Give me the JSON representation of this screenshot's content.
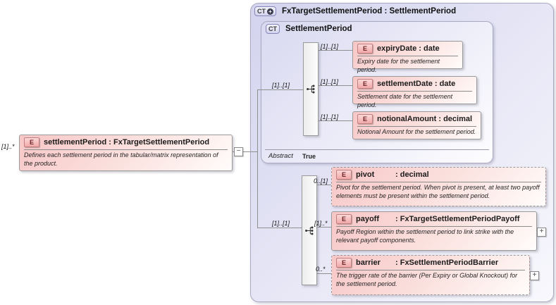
{
  "root": {
    "multiplicity": "[1]..*",
    "badge": "E",
    "title": "settlementPeriod : FxTargetSettlementPeriod",
    "description": "Defines each settlement period in the tabular/matrix representation of the product."
  },
  "icons": {
    "collapse": "−",
    "expand": "+",
    "sequence": "sequence-icon"
  },
  "container": {
    "badge": "CT",
    "title": "FxTargetSettlementPeriod : SettlementPeriod",
    "inner": {
      "badge": "CT",
      "title": "SettlementPeriod",
      "sequence_multiplicity": "[1]..[1]",
      "elements": [
        {
          "multiplicity": "[1]..[1]",
          "badge": "E",
          "title": "expiryDate : date",
          "description": "Expiry date for the settlement period."
        },
        {
          "multiplicity": "[1]..[1]",
          "badge": "E",
          "title": "settlementDate : date",
          "description": "Settlement date for the settlement period."
        },
        {
          "multiplicity": "[1]..[1]",
          "badge": "E",
          "title": "notionalAmount : decimal",
          "description": "Notional Amount for the settlement period."
        }
      ],
      "footer": {
        "label": "Abstract",
        "value": "True"
      }
    },
    "extension": {
      "sequence_multiplicity": "[1]..[1]",
      "elements": [
        {
          "multiplicity": "0..[1]",
          "badge": "E",
          "name": "pivot",
          "type": ": decimal",
          "description": "Pivot for the settlement period. When pivot is present, at least two payoff elements must be present within the settlement period."
        },
        {
          "multiplicity": "[1]..*",
          "badge": "E",
          "name": "payoff",
          "type": ": FxTargetSettlementPeriodPayoff",
          "description": "Payoff Region within the settlement period to link strike with the relevant payoff components."
        },
        {
          "multiplicity": "0..*",
          "badge": "E",
          "name": "barrier",
          "type": ": FxSettlementPeriodBarrier",
          "description": "The trigger rate of the barrier (Per Expiry or Global Knockout) for the settlement period."
        }
      ]
    }
  },
  "colors": {
    "lavender": "#d3d3ee",
    "pink": "#f7c6c6",
    "line": "#909090"
  }
}
